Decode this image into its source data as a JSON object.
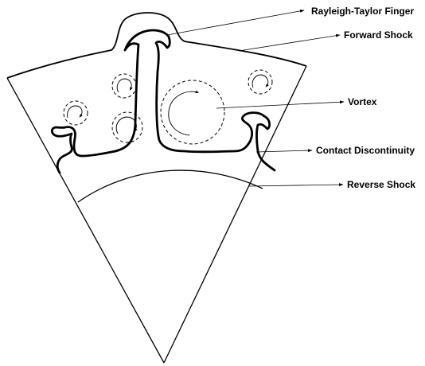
{
  "labels": {
    "rt_finger": "Rayleigh-Taylor Finger",
    "forward_shock": "Forward Shock",
    "vortex": "Vortex",
    "contact_discontinuity": "Contact Discontinuity",
    "reverse_shock": "Reverse Shock"
  },
  "colors": {
    "ink": "#000000",
    "background": "#ffffff"
  }
}
